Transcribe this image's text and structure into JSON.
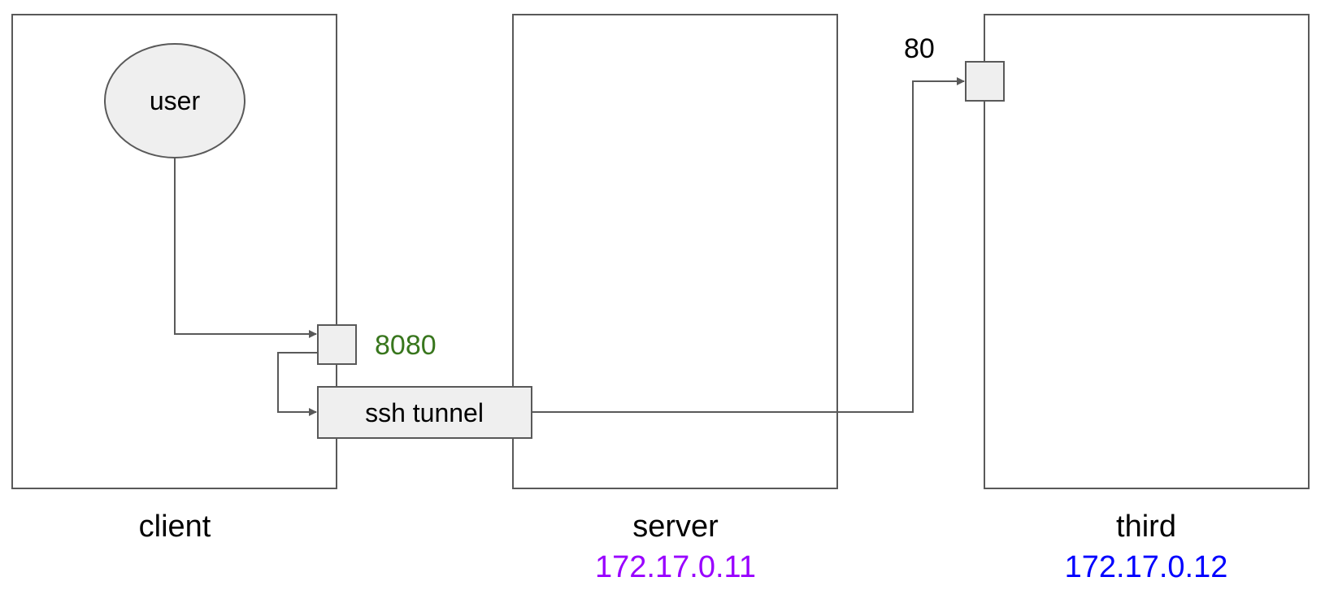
{
  "hosts": {
    "client": {
      "label": "client"
    },
    "server": {
      "label": "server",
      "ip": "172.17.0.11"
    },
    "third": {
      "label": "third",
      "ip": "172.17.0.12"
    }
  },
  "nodes": {
    "user": "user",
    "ssh_tunnel": "ssh tunnel"
  },
  "ports": {
    "client_port": "8080",
    "third_port": "80"
  },
  "colors": {
    "client_port_text": "#38761d",
    "server_ip_text": "#9900ff",
    "third_ip_text": "#0000ff",
    "node_fill": "#efefef",
    "stroke": "#595959"
  }
}
